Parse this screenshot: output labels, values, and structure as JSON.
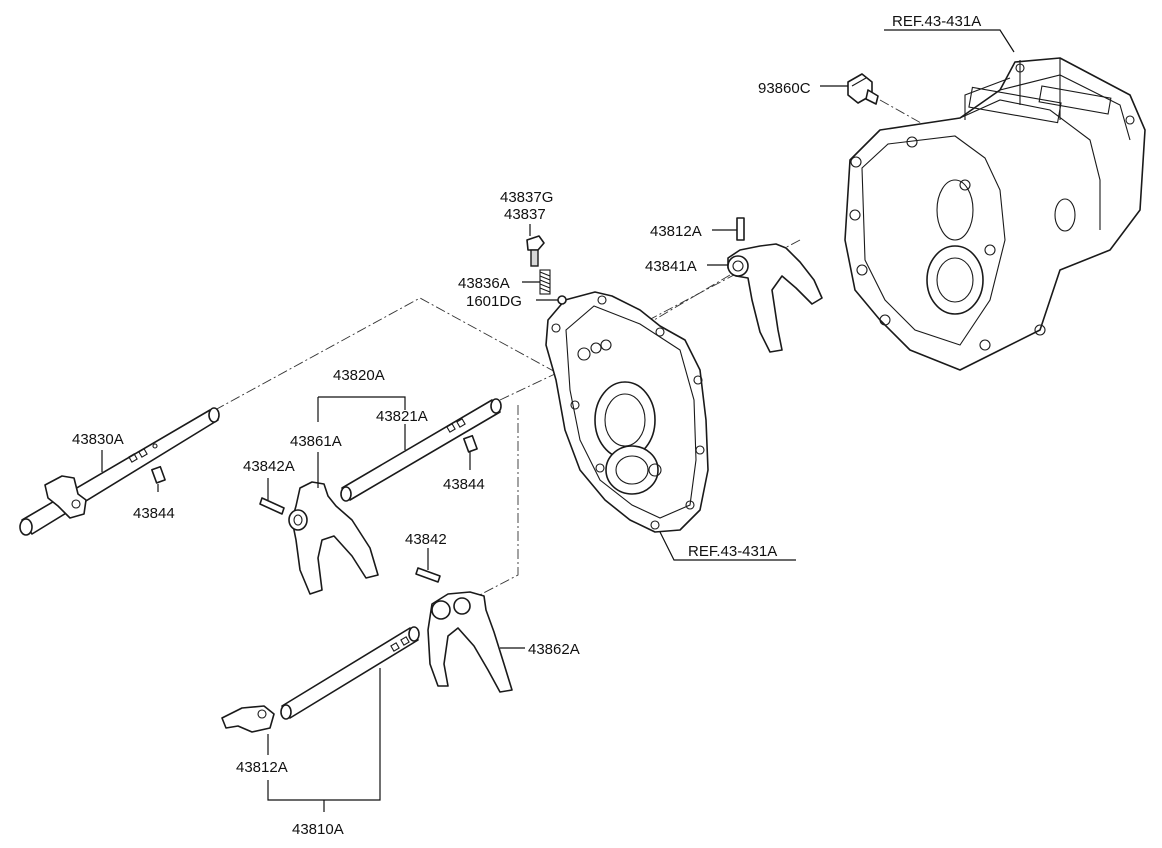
{
  "labels": {
    "ref_top": "REF.43-431A",
    "ref_mid": "REF.43-431A",
    "p93860C": "93860C",
    "p43837G": "43837G",
    "p43837": "43837",
    "p43836A": "43836A",
    "p1601DG": "1601DG",
    "p43812A_top": "43812A",
    "p43841A": "43841A",
    "p43820A": "43820A",
    "p43821A": "43821A",
    "p43861A": "43861A",
    "p43830A": "43830A",
    "p43842A": "43842A",
    "p43844_left": "43844",
    "p43844_right": "43844",
    "p43842": "43842",
    "p43862A": "43862A",
    "p43812A_bottom": "43812A",
    "p43810A": "43810A"
  }
}
